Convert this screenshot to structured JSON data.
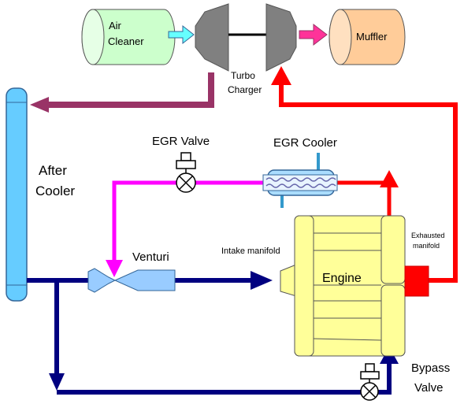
{
  "labels": {
    "air_cleaner": [
      "Air",
      "Cleaner"
    ],
    "muffler": "Muffler",
    "turbo_charger": [
      "Turbo",
      "Charger"
    ],
    "egr_valve": "EGR Valve",
    "egr_cooler": "EGR Cooler",
    "after_cooler": [
      "After",
      "Cooler"
    ],
    "venturi": "Venturi",
    "intake_manifold": "Intake manifold",
    "exhausted_manifold": [
      "Exhausted",
      "manifold"
    ],
    "engine": "Engine",
    "bypass_valve": [
      "Bypass",
      "Valve"
    ]
  },
  "colors": {
    "exhaust": "#ff0000",
    "egr": "#ff00ff",
    "intake": "#000080",
    "turbo_out": "#993366",
    "after_cooler_fill": "#66ccff",
    "engine_fill": "#ffff99",
    "air_cleaner_fill": "#ccffcc",
    "muffler_fill": "#ffcc99",
    "turbo_fill": "#808080",
    "venturi_fill": "#99ccff"
  },
  "icons": [
    "egr-valve-icon",
    "bypass-valve-icon",
    "egr-cooler-coil-icon"
  ]
}
